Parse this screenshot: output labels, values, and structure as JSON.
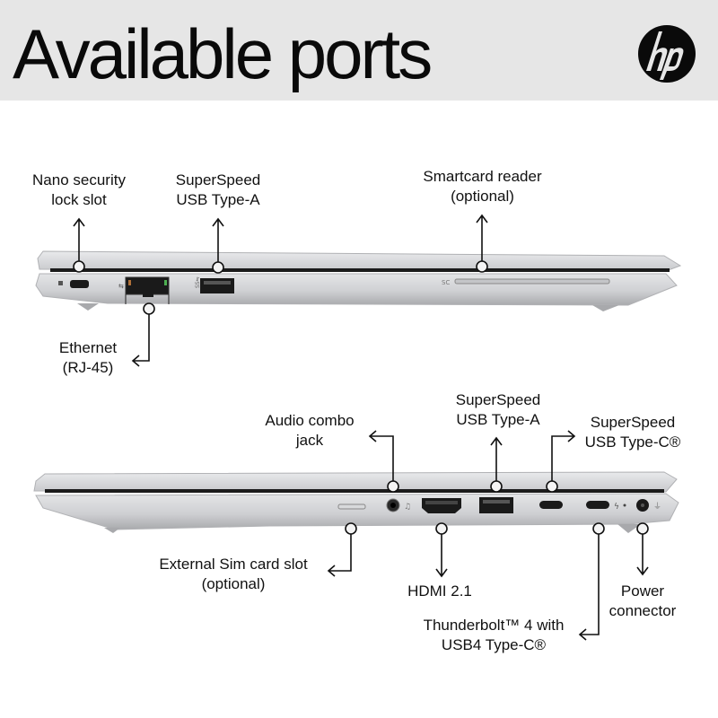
{
  "header": {
    "title": "Available ports",
    "brand_logo": "hp",
    "background": "#e6e6e6"
  },
  "left_side_view": {
    "callouts": [
      {
        "id": "nano-lock",
        "line1": "Nano security",
        "line2": "lock slot"
      },
      {
        "id": "usb-a-left",
        "line1": "SuperSpeed",
        "line2": "USB Type-A"
      },
      {
        "id": "smartcard",
        "line1": "Smartcard reader",
        "line2": "(optional)"
      },
      {
        "id": "ethernet",
        "line1": "Ethernet",
        "line2": "(RJ-45)"
      }
    ],
    "port_markings": {
      "smartcard_label": "SC"
    }
  },
  "right_side_view": {
    "callouts": [
      {
        "id": "audio",
        "line1": "Audio combo",
        "line2": "jack"
      },
      {
        "id": "usb-a-right",
        "line1": "SuperSpeed",
        "line2": "USB Type-A"
      },
      {
        "id": "usb-c",
        "line1": "SuperSpeed",
        "line2": "USB Type-C®"
      },
      {
        "id": "sim",
        "line1": "External Sim card slot",
        "line2": "(optional)"
      },
      {
        "id": "hdmi",
        "line1": "HDMI 2.1",
        "line2": ""
      },
      {
        "id": "power",
        "line1": "Power",
        "line2": "connector"
      },
      {
        "id": "thunderbolt",
        "line1": "Thunderbolt™ 4 with",
        "line2": "USB4 Type-C®"
      }
    ]
  },
  "colors": {
    "chassis": "#d4d5d7",
    "chassis_dark": "#b9babd",
    "port": "#1a1a1a",
    "line": "#111111"
  }
}
